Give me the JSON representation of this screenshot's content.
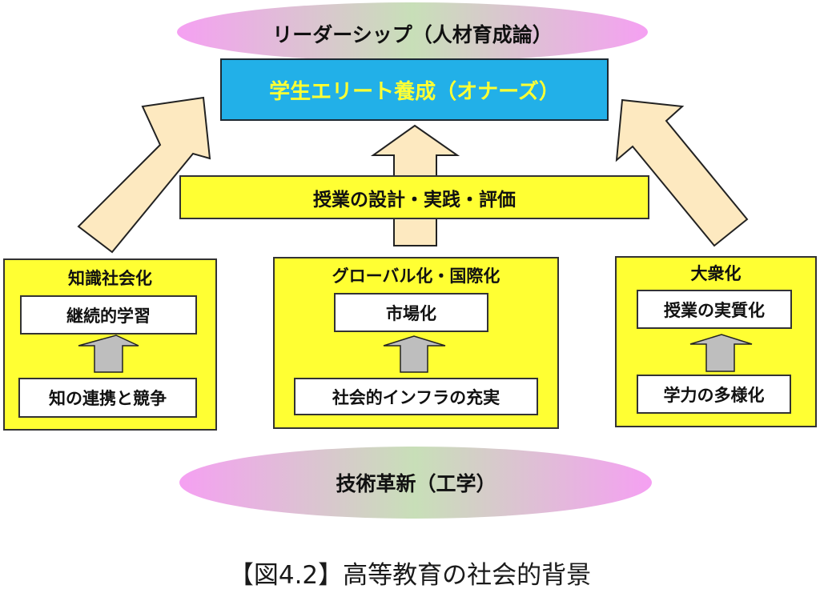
{
  "figure": {
    "top_ellipse": "リーダーシップ（人材育成論）",
    "goal_box": "学生エリート養成（オナーズ）",
    "middle_band": "授業の設計・実践・評価",
    "bottom_ellipse": "技術革新（工学）",
    "caption": "【図4.2】高等教育の社会的背景",
    "panels": [
      {
        "title": "知識社会化",
        "top": "継続的学習",
        "bottom": "知の連携と競争"
      },
      {
        "title": "グローバル化・国際化",
        "top": "市場化",
        "bottom": "社会的インフラの充実"
      },
      {
        "title": "大衆化",
        "top": "授業の実質化",
        "bottom": "学力の多様化"
      }
    ]
  },
  "colors": {
    "ellipse_edge": "#f2a0f0",
    "ellipse_center": "#c6dfb6",
    "goal_fill": "#22b0e8",
    "goal_text": "#ffff33",
    "panel_fill": "#ffff33",
    "big_arrow_fill": "#fde9c0",
    "small_arrow_fill": "#bebebe"
  }
}
